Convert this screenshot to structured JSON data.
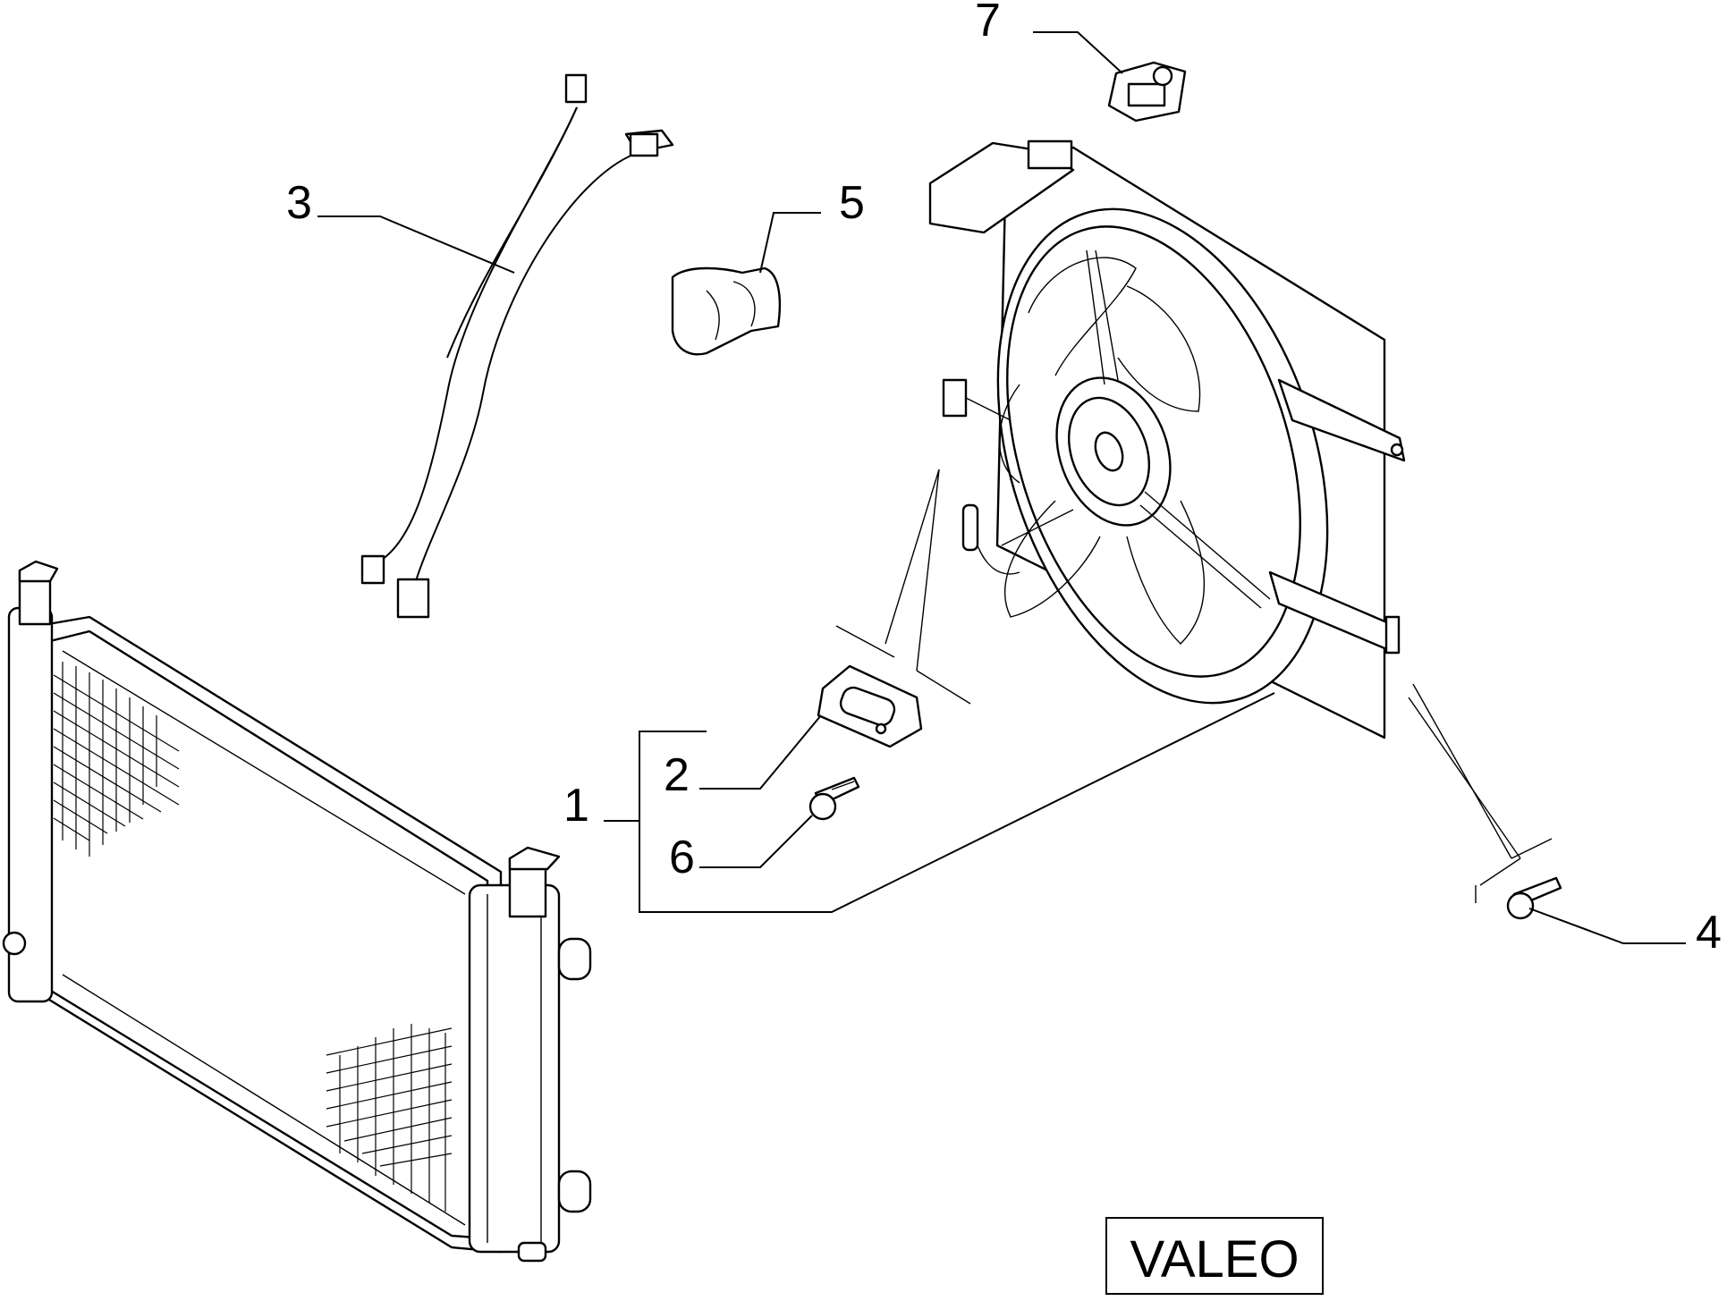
{
  "callouts": {
    "c1": "1",
    "c2": "2",
    "c3": "3",
    "c4": "4",
    "c5": "5",
    "c6": "6",
    "c7": "7"
  },
  "manufacturer_label": "VALEO",
  "parts": [
    {
      "ref": "radiator-assembly"
    },
    {
      "ref": "fan-shroud-assembly"
    },
    {
      "ref": "wiring-harness"
    },
    {
      "ref": "resistor"
    },
    {
      "ref": "bracket-clip"
    },
    {
      "ref": "bolt"
    },
    {
      "ref": "connector"
    }
  ]
}
